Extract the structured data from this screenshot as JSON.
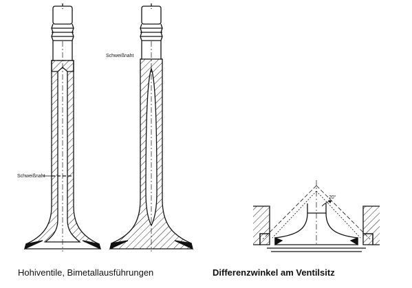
{
  "diagram": {
    "caption_left": "Hohiventile, Bimetallausführungen",
    "caption_right": "Differenzwinkel am Ventilsitz",
    "weld_label_left": "Schweißnaht",
    "weld_label_right": "Schweißnaht",
    "angle_label": "20°"
  }
}
